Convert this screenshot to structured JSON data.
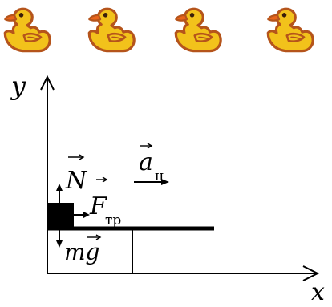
{
  "ducks": [
    {
      "icon": "duck-icon",
      "color": "#F2C21B"
    },
    {
      "icon": "duck-icon",
      "color": "#F2C21B"
    },
    {
      "icon": "duck-icon",
      "color": "#F2C21B"
    },
    {
      "icon": "duck-icon",
      "color": "#F2C21B"
    }
  ],
  "duck_colors": {
    "body": "#F2C21B",
    "outline": "#B5541B",
    "beak": "#E8641A",
    "eye": "#3A1E0A"
  },
  "axes": {
    "x_label": "x",
    "y_label": "y"
  },
  "vectors": {
    "normal_force": "N",
    "friction_force": "F",
    "friction_subscript": "тр",
    "gravity_force": "mg",
    "acceleration": "a",
    "acceleration_subscript": "ц"
  }
}
